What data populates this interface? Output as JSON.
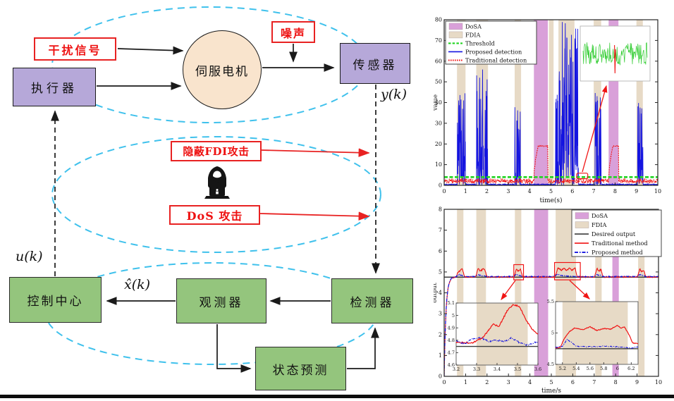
{
  "diagram": {
    "nodes": {
      "interference": {
        "label": "干扰信号"
      },
      "actuator": {
        "label": "执行器"
      },
      "servo_motor": {
        "label": "伺服电机"
      },
      "noise": {
        "label": "噪声"
      },
      "sensor": {
        "label": "传感器"
      },
      "fdi_attack": {
        "label": "隐蔽FDI攻击"
      },
      "dos_attack": {
        "label": "DoS 攻击"
      },
      "control_center": {
        "label": "控制中心"
      },
      "observer": {
        "label": "观测器"
      },
      "detector": {
        "label": "检测器"
      },
      "state_prediction": {
        "label": "状态预测"
      }
    },
    "signals": {
      "sensor_output": "y(k)",
      "control_input": "u(k)",
      "state_estimate": "x̂(k)"
    },
    "colors": {
      "plant_box": "#b6a8d9",
      "defense_box": "#94c57d",
      "servo_circle": "#f9e4cd",
      "attack_red": "#e82222",
      "ellipse_cyan": "#3fc1ec"
    }
  },
  "palette": {
    "dosa": "#d9a0d9",
    "fdia": "#e7dac6",
    "threshold_green": "#1ed41e",
    "proposed_blue": "#1414e0",
    "traditional_red": "#f01414",
    "desired_black": "#3c3c3c",
    "axis": "#262626",
    "inset_green": "#2ecc2e"
  },
  "chart_data": [
    {
      "type": "line",
      "title": "",
      "xlabel": "time(s)",
      "ylabel": "value",
      "xlim": [
        0,
        10
      ],
      "ylim": [
        0,
        80
      ],
      "xticks": [
        0,
        1,
        2,
        3,
        4,
        5,
        6,
        7,
        8,
        9,
        10
      ],
      "yticks": [
        0,
        10,
        20,
        30,
        40,
        50,
        60,
        70,
        80
      ],
      "grid": false,
      "legend_position": "top-left",
      "legend": [
        {
          "label": "DoSA",
          "type": "patch",
          "color": "dosa"
        },
        {
          "label": "FDIA",
          "type": "patch",
          "color": "fdia"
        },
        {
          "label": "Threshold",
          "type": "dash",
          "color": "threshold_green"
        },
        {
          "label": "Proposed detection",
          "type": "line",
          "color": "proposed_blue"
        },
        {
          "label": "Traditional detection",
          "type": "dots",
          "color": "traditional_red"
        }
      ],
      "bands": {
        "dosa": [
          [
            4.2,
            4.85
          ],
          [
            7.7,
            8.16
          ]
        ],
        "fdia": [
          [
            0.6,
            1.0
          ],
          [
            1.5,
            2.05
          ],
          [
            3.3,
            3.6
          ],
          [
            4.9,
            5.12
          ],
          [
            5.35,
            6.1
          ],
          [
            7.0,
            7.35
          ],
          [
            9.0,
            9.3
          ]
        ]
      },
      "threshold_value": 4,
      "proposed_detection": {
        "baseline": 0.3,
        "burst_windows": [
          [
            0.62,
            1.0
          ],
          [
            1.52,
            2.04
          ],
          [
            3.3,
            3.56
          ],
          [
            5.2,
            6.28
          ],
          [
            7.05,
            7.34
          ],
          [
            9.05,
            9.3
          ]
        ],
        "burst_peaks": [
          46,
          58,
          44,
          80,
          46,
          42
        ]
      },
      "traditional_detection": {
        "baseline_range": [
          0.5,
          3.3
        ],
        "dosa_plateau": 19
      },
      "highlight_box": {
        "x": [
          6.2,
          6.72
        ],
        "y": [
          3.2,
          5.9
        ]
      },
      "inset": {
        "description": "zoom of detection signal near threshold",
        "signal_color": "green",
        "dip_color": "red"
      }
    },
    {
      "type": "line",
      "title": "",
      "xlabel": "time/s",
      "ylabel": "output",
      "xlim": [
        0,
        10
      ],
      "ylim": [
        0,
        8
      ],
      "xticks": [
        0,
        1,
        2,
        3,
        4,
        5,
        6,
        7,
        8,
        9,
        10
      ],
      "yticks": [
        0,
        1,
        2,
        3,
        4,
        5,
        6,
        7,
        8
      ],
      "grid": false,
      "legend_position": "top-right",
      "legend": [
        {
          "label": "DoSA",
          "type": "patch",
          "color": "dosa"
        },
        {
          "label": "FDIA",
          "type": "patch",
          "color": "fdia"
        },
        {
          "label": "Desired output",
          "type": "line",
          "color": "desired_black"
        },
        {
          "label": "Traditional method",
          "type": "line",
          "color": "traditional_red"
        },
        {
          "label": "Proposed method",
          "type": "dashdot",
          "color": "proposed_blue"
        }
      ],
      "bands": {
        "dosa": [
          [
            4.2,
            4.85
          ],
          [
            7.85,
            8.15
          ]
        ],
        "fdia": [
          [
            0.6,
            0.9
          ],
          [
            1.5,
            1.95
          ],
          [
            3.3,
            3.6
          ],
          [
            5.2,
            6.15
          ],
          [
            7.05,
            7.35
          ],
          [
            9.05,
            9.35
          ]
        ]
      },
      "desired_output": 4.75,
      "traditional_method": {
        "rise_time": 0.35,
        "steady_value": 4.76,
        "attack_bumps": [
          0.32,
          0.34,
          0.35,
          0.37,
          0.34,
          0.31
        ]
      },
      "proposed_method": {
        "steady_value": 4.78,
        "attack_bump": 0.12
      },
      "highlight_boxes": [
        {
          "x": [
            3.25,
            3.7
          ],
          "y": [
            4.62,
            5.35
          ]
        },
        {
          "x": [
            5.15,
            6.35
          ],
          "y": [
            4.62,
            5.45
          ]
        }
      ],
      "insets": [
        {
          "xlim": [
            3.2,
            3.6
          ],
          "ylim": [
            4.6,
            5.1
          ],
          "xticks": [
            3.2,
            3.3,
            3.4,
            3.5,
            3.6
          ],
          "yticks": [
            4.6,
            4.7,
            4.8,
            4.9,
            5,
            5.1
          ],
          "band": [
            3.3,
            3.55
          ],
          "traditional_points": [
            [
              3.2,
              4.78
            ],
            [
              3.28,
              4.78
            ],
            [
              3.33,
              4.82
            ],
            [
              3.38,
              4.93
            ],
            [
              3.41,
              4.91
            ],
            [
              3.45,
              5.04
            ],
            [
              3.48,
              5.09
            ],
            [
              3.51,
              5.07
            ],
            [
              3.54,
              4.97
            ],
            [
              3.57,
              4.89
            ],
            [
              3.6,
              4.85
            ]
          ],
          "proposed_points": [
            [
              3.2,
              4.8
            ],
            [
              3.24,
              4.77
            ],
            [
              3.28,
              4.81
            ],
            [
              3.32,
              4.82
            ],
            [
              3.36,
              4.79
            ],
            [
              3.4,
              4.8
            ],
            [
              3.44,
              4.79
            ],
            [
              3.47,
              4.82
            ],
            [
              3.51,
              4.78
            ],
            [
              3.55,
              4.76
            ],
            [
              3.6,
              4.79
            ]
          ]
        },
        {
          "xlim": [
            5.1,
            6.3
          ],
          "ylim": [
            4.5,
            5.5
          ],
          "xticks": [
            5.2,
            5.4,
            5.6,
            5.8,
            6,
            6.2
          ],
          "yticks": [
            4.5,
            5,
            5.5
          ],
          "band": [
            5.2,
            6.15
          ],
          "traditional_points": [
            [
              5.1,
              4.76
            ],
            [
              5.17,
              4.77
            ],
            [
              5.22,
              4.9
            ],
            [
              5.3,
              5.02
            ],
            [
              5.38,
              5.08
            ],
            [
              5.5,
              5.05
            ],
            [
              5.6,
              5.1
            ],
            [
              5.7,
              5.04
            ],
            [
              5.8,
              5.07
            ],
            [
              5.9,
              5.06
            ],
            [
              6.0,
              5.12
            ],
            [
              6.05,
              5.08
            ],
            [
              6.1,
              5.1
            ],
            [
              6.18,
              4.95
            ],
            [
              6.22,
              4.84
            ],
            [
              6.3,
              4.83
            ]
          ],
          "proposed_points": [
            [
              5.1,
              4.77
            ],
            [
              5.2,
              4.79
            ],
            [
              5.27,
              4.9
            ],
            [
              5.33,
              4.85
            ],
            [
              5.4,
              4.79
            ],
            [
              5.6,
              4.78
            ],
            [
              5.8,
              4.79
            ],
            [
              6.0,
              4.78
            ],
            [
              6.1,
              4.77
            ],
            [
              6.2,
              4.76
            ],
            [
              6.3,
              4.78
            ]
          ]
        }
      ]
    }
  ]
}
